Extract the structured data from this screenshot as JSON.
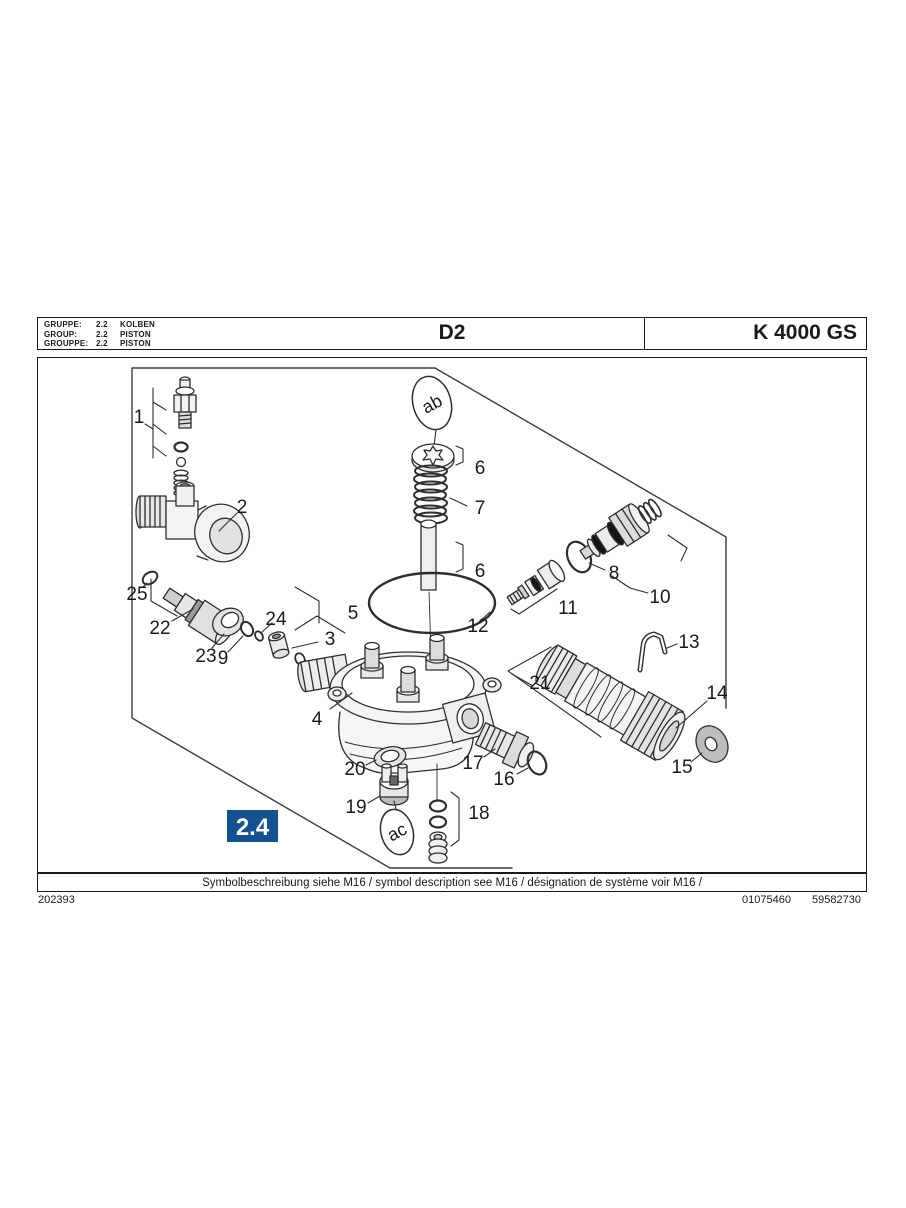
{
  "header": {
    "rows": [
      {
        "label": "GRUPPE:",
        "num": "2.2",
        "value": "KOLBEN"
      },
      {
        "label": "GROUP:",
        "num": "2.2",
        "value": "PISTON"
      },
      {
        "label": "GROUPPE:",
        "num": "2.2",
        "value": "PISTON"
      }
    ],
    "page_code": "D2",
    "model": "K 4000 GS"
  },
  "diagram": {
    "badge": "2.4",
    "badge_color": "#15518f",
    "callouts": {
      "ab": "ab",
      "ac": "ac",
      "n1": "1",
      "n2": "2",
      "n3": "3",
      "n4": "4",
      "n5": "5",
      "n6": "6",
      "n7": "7",
      "n8": "8",
      "n9": "9",
      "n10": "10",
      "n11": "11",
      "n12": "12",
      "n13": "13",
      "n14": "14",
      "n15": "15",
      "n16": "16",
      "n17": "17",
      "n18": "18",
      "n19": "19",
      "n20": "20",
      "n21": "21",
      "n22": "22",
      "n23": "23",
      "n24": "24",
      "n25": "25"
    }
  },
  "footer": {
    "symbol_note": "Symbolbeschreibung siehe M16 / symbol description see M16 / désignation de système voir M16 /",
    "bottom_left_number": "202393",
    "bottom_numbers": [
      "01075460",
      "59582730"
    ]
  }
}
